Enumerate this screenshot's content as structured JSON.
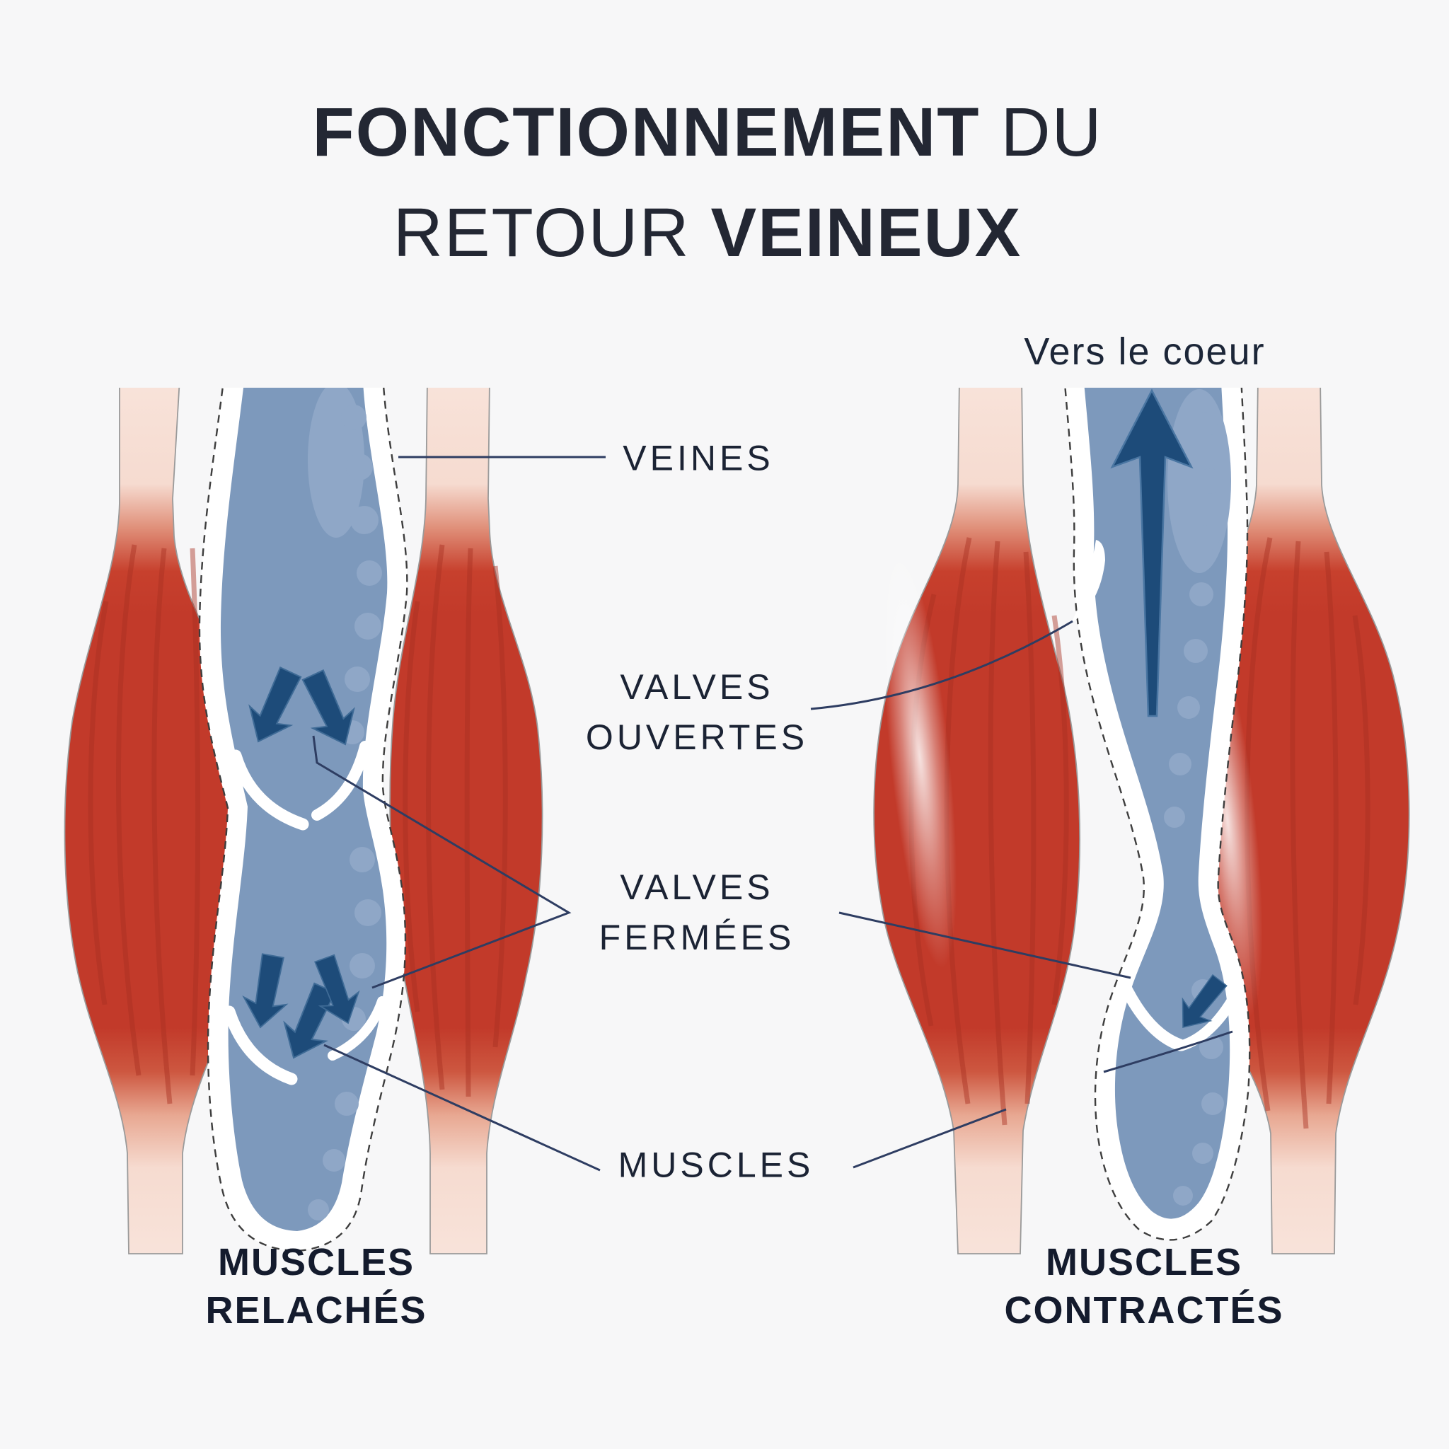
{
  "title": {
    "line1_bold": "FONCTIONNEMENT",
    "line1_light": " DU",
    "line2_light": "RETOUR ",
    "line2_bold": "VEINEUX"
  },
  "labels": {
    "toward_heart": "Vers le coeur",
    "veins": "VEINES",
    "valves_open": [
      "VALVES",
      "OUVERTES"
    ],
    "valves_closed": [
      "VALVES",
      "FERMÉES"
    ],
    "muscles": "MUSCLES"
  },
  "captions": {
    "left": [
      "MUSCLES",
      "RELACHÉS"
    ],
    "right": [
      "MUSCLES",
      "CONTRACTÉS"
    ]
  },
  "colors": {
    "background": "#f7f7f8",
    "title_text": "#232733",
    "label_text": "#1b2334",
    "muscle_red": "#c23a2a",
    "muscle_striation": "#a93122",
    "tendon_pink": "#f8e3da",
    "vein_blue": "#7d99bc",
    "vein_scallop": "#8fa7c7",
    "vein_wall_white": "#ffffff",
    "arrow_navy": "#1d4b79",
    "annotation_line": "#2e3d62",
    "dashed_outline": "#3e3e3e"
  }
}
